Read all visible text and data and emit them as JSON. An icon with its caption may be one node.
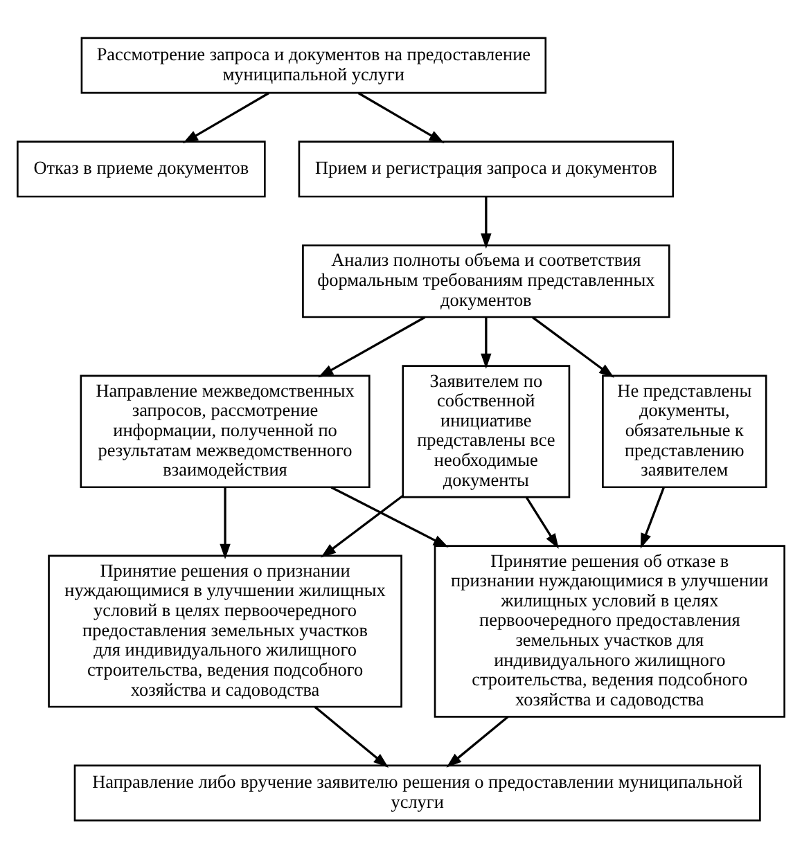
{
  "diagram": {
    "nodes": [
      {
        "text": [
          "Рассмотрение запроса и документов на предоставление муниципальной услуги"
        ]
      },
      {
        "text": [
          "Отказ в приеме документов"
        ]
      },
      {
        "text": [
          "Прием и регистрация запроса и документов"
        ]
      },
      {
        "text": [
          "Анализ полноты объема и соответствия формальным требованиям представленных документов"
        ]
      },
      {
        "text": [
          "Заявителем по собственной инициативе представлены все необходимые документы"
        ]
      },
      {
        "text": [
          "Направление межведомственных запросов, рассмотрение информации, полученной по результатам межведомственного взаимодействия"
        ]
      },
      {
        "text": [
          "Не представлены документы, обязательные к представлению заявителем"
        ]
      },
      {
        "text": [
          "Принятие решения о признании нуждающимися в улучшении жилищных условий в целях первоочередного предоставления земельных участков для индивидуального жилищного строительства, ведения подсобного хозяйства и садоводства"
        ]
      },
      {
        "text": [
          "Принятие решения об отказе в признании нуждающимися в улучшении жилищных условий в целях первоочередного предоставления земельных участков для индивидуального жилищного строительства, ведения подсобного хозяйства и садоводства"
        ]
      },
      {
        "text": [
          "Направление либо вручение заявителю решения о предоставлении муниципальной услуги"
        ]
      }
    ],
    "edges": [
      {
        "from": 0,
        "to": 1,
        "arrow": "to"
      },
      {
        "from": 0,
        "to": 2,
        "arrow": "to"
      },
      {
        "from": 2,
        "to": 3,
        "arrow": "to"
      },
      {
        "from": 3,
        "to": 4,
        "arrow": "to"
      },
      {
        "from": 3,
        "to": 5,
        "arrow": "to"
      },
      {
        "from": 3,
        "to": 6,
        "arrow": "to"
      },
      {
        "from": 4,
        "to": 7,
        "arrow": "to"
      },
      {
        "from": 4,
        "to": 8,
        "arrow": "to"
      },
      {
        "from": 5,
        "to": 7,
        "arrow": "to"
      },
      {
        "from": 5,
        "to": 8,
        "arrow": "to"
      },
      {
        "from": 6,
        "to": 8,
        "arrow": "to"
      },
      {
        "from": 7,
        "to": 9,
        "arrow": "to"
      },
      {
        "from": 8,
        "to": 9,
        "arrow": "to"
      }
    ]
  }
}
